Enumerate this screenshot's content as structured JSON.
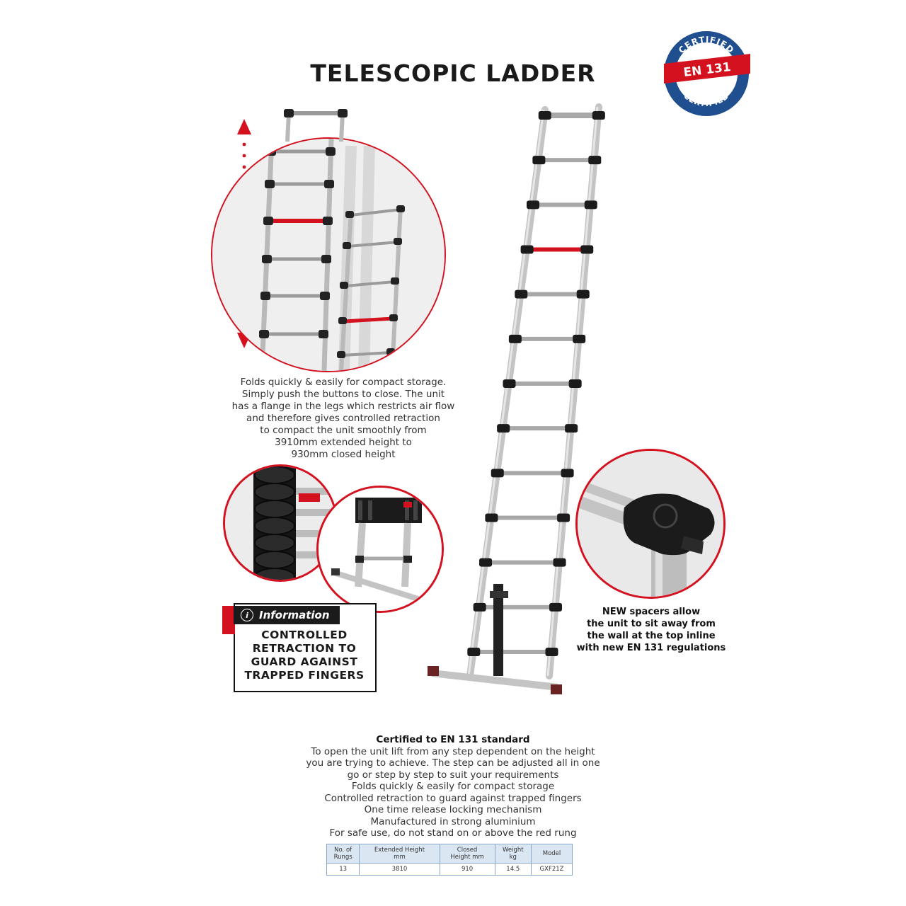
{
  "title": "TELESCOPIC LADDER",
  "badge": {
    "top_text": "CERTIFIED",
    "ribbon": "EN 131",
    "bottom_text": "CERTIFIED"
  },
  "fold_description": [
    "Folds quickly & easily for compact storage.",
    "Simply push the buttons to close. The unit",
    "has a flange in the legs which restricts air flow",
    "and therefore gives controlled retraction",
    "to compact the unit smoothly from",
    "3910mm extended height to",
    "930mm closed height"
  ],
  "info": {
    "tab_label": "Information",
    "lines": [
      "CONTROLLED",
      "RETRACTION TO",
      "GUARD AGAINST",
      "TRAPPED FINGERS"
    ]
  },
  "spacer_caption": [
    "NEW spacers allow",
    "the unit to sit away from",
    "the wall at the top inline",
    "with new EN 131 regulations"
  ],
  "features": {
    "heading": "Certified to EN 131 standard",
    "lines": [
      "To open the unit lift from any step dependent on the height",
      "you are trying to achieve. The step can be adjusted all in one",
      "go or step by step to suit your requirements",
      "Folds quickly & easily for compact storage",
      "Controlled retraction to guard against trapped fingers",
      "One time release locking mechanism",
      "Manufactured in strong aluminium",
      "For safe use, do not stand on or above the red rung"
    ]
  },
  "spec_table": {
    "headers": [
      [
        "No. of",
        "Rungs"
      ],
      [
        "Extended Height",
        "mm"
      ],
      [
        "Closed",
        "Height mm"
      ],
      [
        "Weight",
        "kg"
      ],
      [
        "Model",
        ""
      ]
    ],
    "row": [
      "13",
      "3810",
      "910",
      "14.5",
      "GXF21Z"
    ]
  },
  "colors": {
    "accent_red": "#d4121f",
    "badge_blue": "#1f4f8f",
    "table_header": "#dbe6f3"
  }
}
